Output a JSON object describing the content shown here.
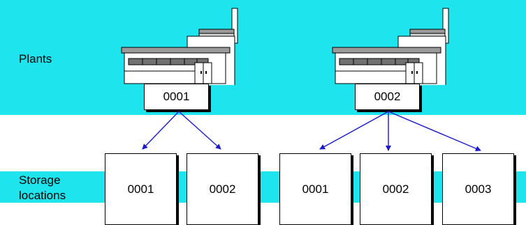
{
  "rows": {
    "plants_label": "Plants",
    "storage_label_line1": "Storage",
    "storage_label_line2": "locations"
  },
  "plants": [
    {
      "id": "0001",
      "storage_locations": [
        "0001",
        "0002"
      ]
    },
    {
      "id": "0002",
      "storage_locations": [
        "0001",
        "0002",
        "0003"
      ]
    }
  ],
  "icons": {
    "plant": "factory-icon"
  },
  "colors": {
    "band": "#1ee4ee",
    "arrow": "#1a1acc",
    "box": "#ffffff"
  }
}
